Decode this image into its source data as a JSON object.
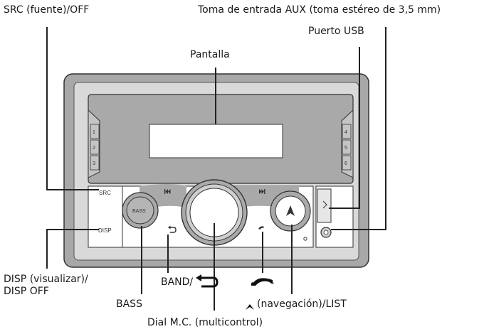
{
  "callouts": {
    "src": "SRC (fuente)/OFF",
    "aux": "Toma de entrada AUX (toma estéreo de 3,5 mm)",
    "usb": "Puerto USB",
    "display": "Pantalla",
    "disp": "DISP (visualizar)/ DISP OFF",
    "band": "BAND/",
    "bass": "BASS",
    "nav": "(navegación)/LIST",
    "dial": "Dial M.C. (multicontrol)"
  },
  "panel_text": {
    "src": "SRC",
    "disp": "DISP",
    "bass": "BASS",
    "presets_left": [
      "1",
      "2",
      "3"
    ],
    "presets_right": [
      "4",
      "5",
      "6"
    ]
  },
  "icons": {
    "prev_track": "prev-track-icon",
    "next_track": "next-track-icon",
    "band_back": "back-arrow-icon",
    "phone": "phone-icon",
    "navigation": "navigation-arrow-icon"
  }
}
